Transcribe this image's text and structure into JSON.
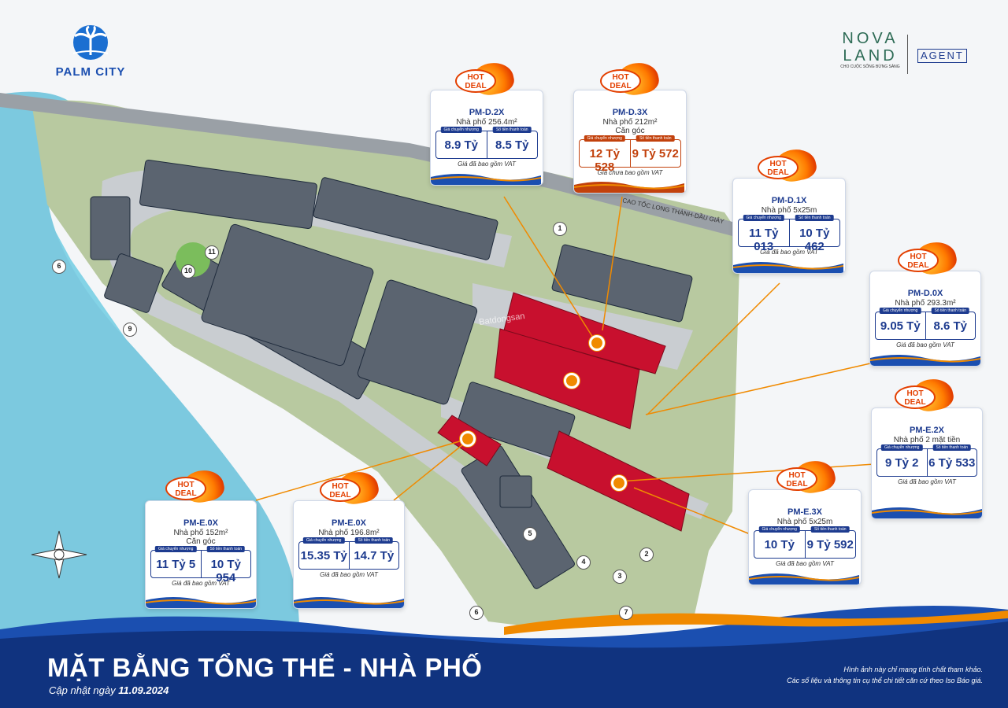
{
  "brand": {
    "name": "PALM CITY",
    "developer_line1": "NOVA",
    "developer_line2": "LAND",
    "developer_tagline": "CHO CUỘC SỐNG BỪNG SÁNG",
    "agent": "AGENT"
  },
  "road_label": "CAO TỐC LONG THÀNH-DẦU GIÂY",
  "watermark": "Batdongsan",
  "hot_badge": "HOT DEAL",
  "price_labels": {
    "transfer": "Giá chuyển nhượng",
    "payment": "Số tiền thanh toán"
  },
  "deals": [
    {
      "code": "PM-D.2X",
      "type": "Nhà phố 256.4m²",
      "sub": "",
      "transfer": "8.9 Tỷ",
      "payment": "8.5 Tỷ",
      "vat": "Giá đã bao gồm VAT",
      "accent": "#1d3b8f"
    },
    {
      "code": "PM-D.3X",
      "type": "Nhà phố 212m²",
      "sub": "Căn góc",
      "transfer": "12 Tỷ 528",
      "payment": "9 Tỷ 572",
      "vat": "Giá chưa bao gồm VAT",
      "accent": "#c2410c"
    },
    {
      "code": "PM-D.1X",
      "type": "Nhà phố 5x25m",
      "sub": "",
      "transfer": "11 Tỷ 013",
      "payment": "10 Tỷ 462",
      "vat": "Giá đã bao gồm VAT",
      "accent": "#1d3b8f"
    },
    {
      "code": "PM-D.0X",
      "type": "Nhà phố 293.3m²",
      "sub": "",
      "transfer": "9.05 Tỷ",
      "payment": "8.6 Tỷ",
      "vat": "Giá đã bao gồm VAT",
      "accent": "#1d3b8f"
    },
    {
      "code": "PM-E.2X",
      "type": "Nhà phố 2 mặt tiền",
      "sub": "",
      "transfer": "9 Tỷ 2",
      "payment": "6 Tỷ 533",
      "vat": "Giá đã bao gồm VAT",
      "accent": "#1d3b8f"
    },
    {
      "code": "PM-E.3X",
      "type": "Nhà phố 5x25m",
      "sub": "",
      "transfer": "10 Tỷ",
      "payment": "9 Tỷ 592",
      "vat": "Giá đã bao gồm VAT",
      "accent": "#1d3b8f"
    },
    {
      "code": "PM-E.0X",
      "type": "Nhà phố 196.8m²",
      "sub": "",
      "transfer": "15.35 Tỷ",
      "payment": "14.7 Tỷ",
      "vat": "Giá đã bao gồm VAT",
      "accent": "#1d3b8f"
    },
    {
      "code": "PM-E.0X",
      "type": "Nhà phố 152m²",
      "sub": "Căn góc",
      "transfer": "11 Tỷ 5",
      "payment": "10 Tỷ 954",
      "vat": "Giá đã bao gồm VAT",
      "accent": "#1d3b8f"
    }
  ],
  "map_numbers": [
    "1",
    "2",
    "3",
    "4",
    "5",
    "6",
    "6",
    "7",
    "9",
    "10",
    "11"
  ],
  "footer": {
    "title": "MẶT BẰNG TỔNG THỂ - NHÀ PHỐ",
    "update_label": "Cập nhật ngày",
    "update_date": "11.09.2024",
    "note1": "Hình ảnh này chỉ mang tính chất tham khảo.",
    "note2": "Các số liệu và thông tin cụ thể chi tiết căn cứ theo Iso Báo giá."
  },
  "colors": {
    "navy": "#1d3b8f",
    "hot_orange": "#f08a00",
    "plot_red": "#c8102e",
    "water": "#7fd1e6",
    "grass": "#8fbf6a"
  }
}
